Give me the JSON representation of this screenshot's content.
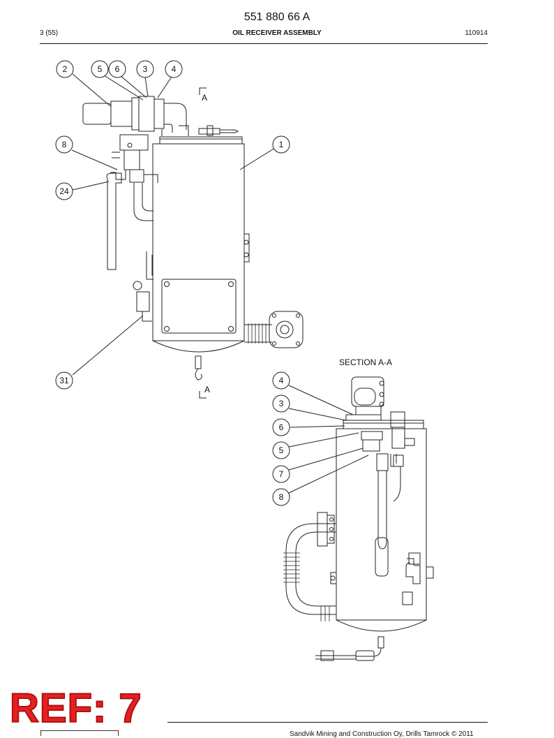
{
  "header": {
    "doc_number": "551 880 66 A",
    "page": "3 (55)",
    "title": "OIL RECEIVER ASSEMBLY",
    "date": "110914"
  },
  "drawing": {
    "section_label": "SECTION  A-A",
    "section_marker_top": "A",
    "section_marker_bottom": "A",
    "main_callouts": [
      "2",
      "5",
      "6",
      "3",
      "4",
      "8",
      "1",
      "24",
      "31"
    ],
    "section_callouts": [
      "4",
      "3",
      "6",
      "5",
      "7",
      "8"
    ]
  },
  "footer": {
    "text": "Sandvik Mining and Construction Oy, Drills Tamrock © 2011",
    "stamp": "REF: 7"
  }
}
